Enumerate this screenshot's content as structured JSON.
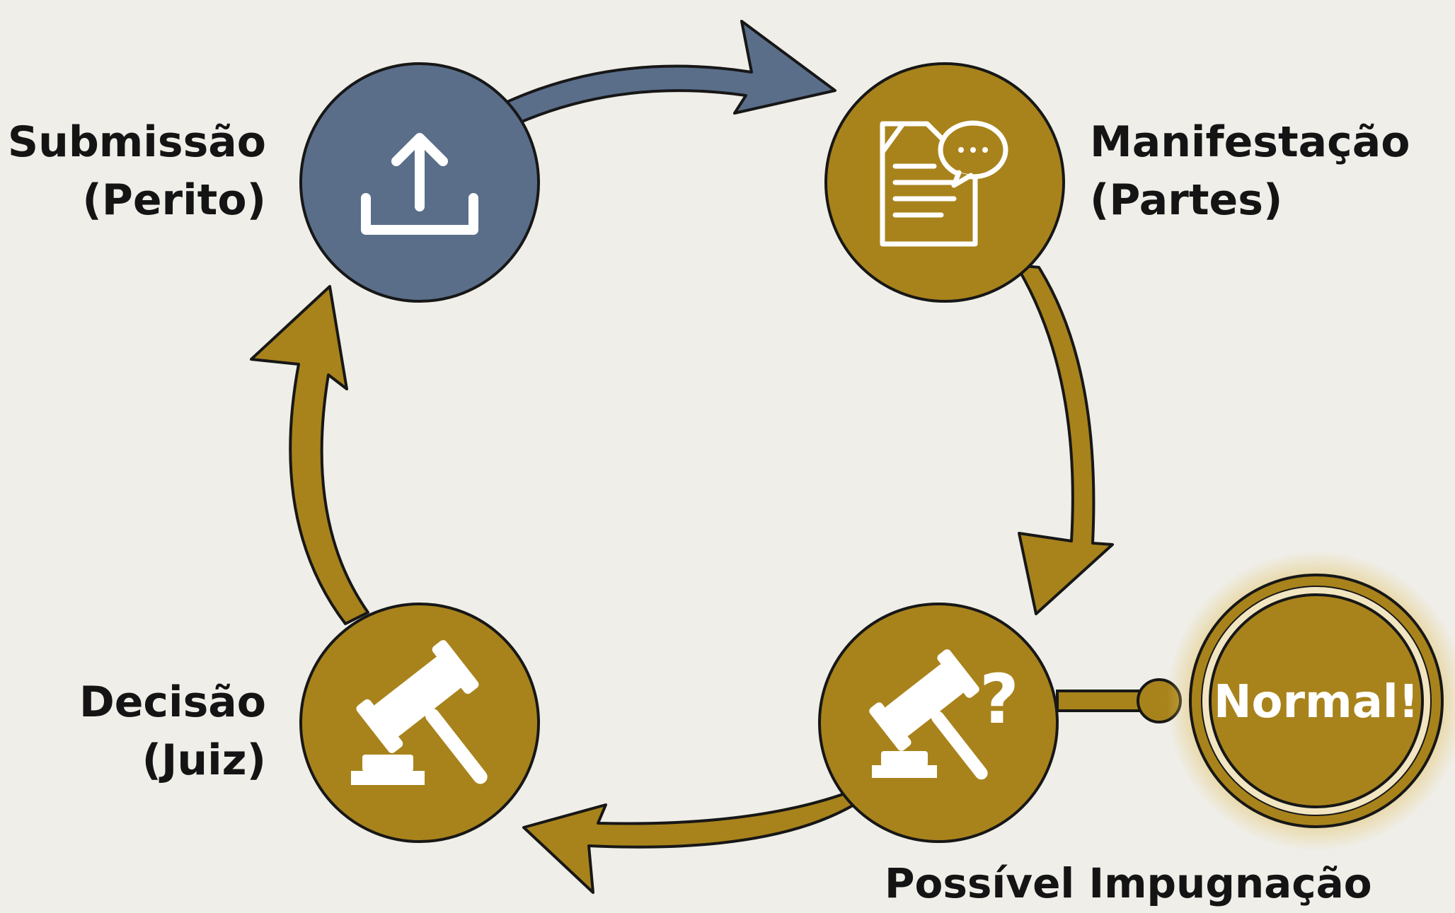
{
  "nodes": {
    "submissao": {
      "line1": "Submissão",
      "line2": "(Perito)"
    },
    "manifestacao": {
      "line1": "Manifestação",
      "line2": "(Partes)"
    },
    "impugnacao": {
      "label": "Possível Impugnação",
      "callout": "Normal!"
    },
    "decisao": {
      "line1": "Decisão",
      "line2": "(Juiz)"
    }
  },
  "colors": {
    "background": "#efeee8",
    "navy": "#5a6e8a",
    "gold": "#a8831c",
    "outline": "#171717",
    "text": "#141414",
    "icon": "#ffffff"
  },
  "icons": [
    "upload-icon",
    "document-chat-icon",
    "gavel-question-icon",
    "gavel-icon"
  ]
}
